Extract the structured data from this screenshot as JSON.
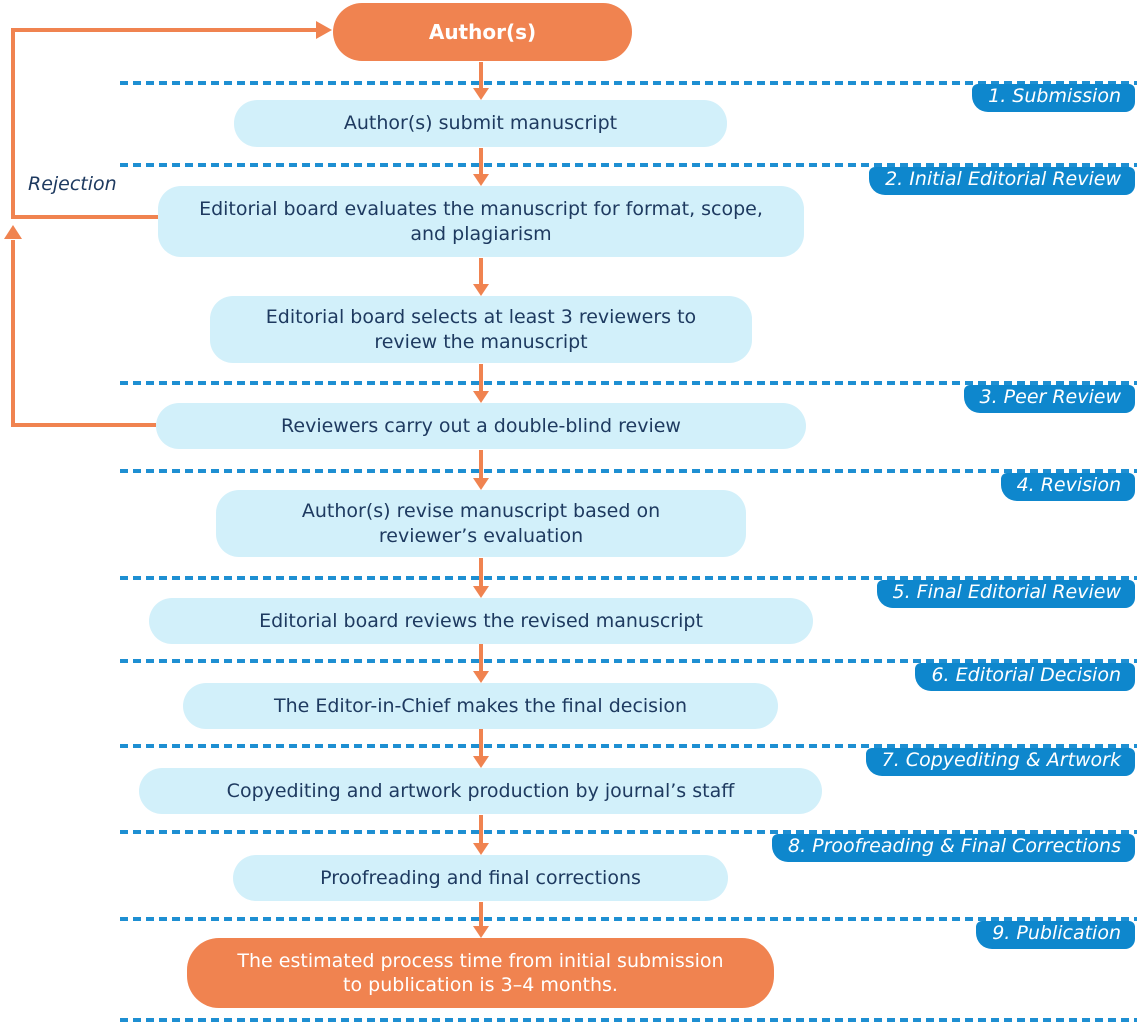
{
  "flowchart": {
    "author_node": {
      "label": "Author(s)"
    },
    "rejection": {
      "label": "Rejection"
    },
    "stages": [
      {
        "label": "1. Submission"
      },
      {
        "label": "2. Initial Editorial Review"
      },
      {
        "label": "3. Peer Review"
      },
      {
        "label": "4. Revision"
      },
      {
        "label": "5. Final Editorial Review"
      },
      {
        "label": "6. Editorial Decision"
      },
      {
        "label": "7. Copyediting & Artwork"
      },
      {
        "label": "8. Proofreading & Final Corrections"
      },
      {
        "label": "9. Publication"
      }
    ],
    "boxes": [
      {
        "text": "Author(s) submit manuscript"
      },
      {
        "text": "Editorial board evaluates the manuscript for format, scope,\nand plagiarism"
      },
      {
        "text": "Editorial board selects at least 3 reviewers to\nreview the manuscript"
      },
      {
        "text": "Reviewers carry out a double-blind review"
      },
      {
        "text": "Author(s) revise manuscript based on\nreviewer’s evaluation"
      },
      {
        "text": "Editorial board reviews the revised manuscript"
      },
      {
        "text": "The Editor-in-Chief makes the final decision"
      },
      {
        "text": "Copyediting and artwork production by journal’s staff"
      },
      {
        "text": "Proofreading and final corrections"
      }
    ],
    "final_note": {
      "text": "The estimated process time from initial submission\nto publication is 3–4 months."
    },
    "colors": {
      "accent_orange": "#F08350",
      "box_fill": "#D2F0FA",
      "stage_label_blue": "#0E87CD",
      "dashed_line_blue": "#1E8FD2",
      "text_navy": "#1E3A60",
      "white": "#FFFFFF"
    }
  }
}
